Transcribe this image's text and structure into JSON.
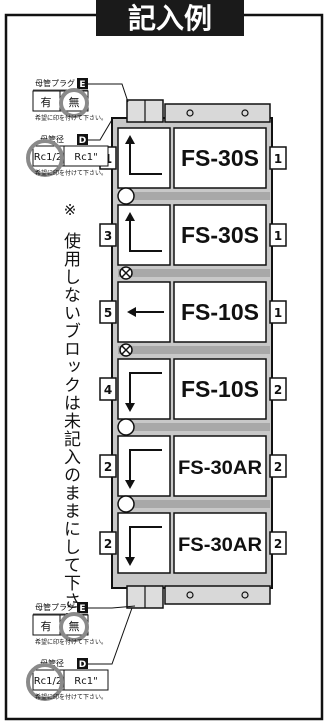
{
  "title": "記入例",
  "note_mark": "※",
  "note_text": "使用しないブロックは未記入のままにして下さい。",
  "plug_label": "母管プラグ",
  "plug_letter": "E",
  "plug_options": [
    "有",
    "無"
  ],
  "plug_selected": "無",
  "plug_instruction": "希望に印を付けて下さい。",
  "bore_label": "母管径",
  "bore_letter": "D",
  "bore_options": [
    "Rc1/2",
    "Rc1\""
  ],
  "bore_selected": "Rc1/2",
  "bore_instruction": "希望に印を付けて下さい。",
  "blocks": [
    {
      "left": "1",
      "symbol": "L-up",
      "model": "FS-30S",
      "right": "1"
    },
    {
      "left": "3",
      "symbol": "L-up",
      "model": "FS-30S",
      "right": "1"
    },
    {
      "left": "5",
      "symbol": "arrow-left",
      "model": "FS-10S",
      "right": "1"
    },
    {
      "left": "4",
      "symbol": "down-L",
      "model": "FS-10S",
      "right": "2"
    },
    {
      "left": "2",
      "symbol": "down-L",
      "model": "FS-30AR",
      "right": "2"
    },
    {
      "left": "2",
      "symbol": "down-L",
      "model": "FS-30AR",
      "right": "2"
    }
  ],
  "junctions": [
    "open",
    "closed",
    "closed",
    "open",
    "open"
  ],
  "colors": {
    "frame": "#111111",
    "body": "#c8c8c8",
    "highlight": "#9a9a9a"
  }
}
